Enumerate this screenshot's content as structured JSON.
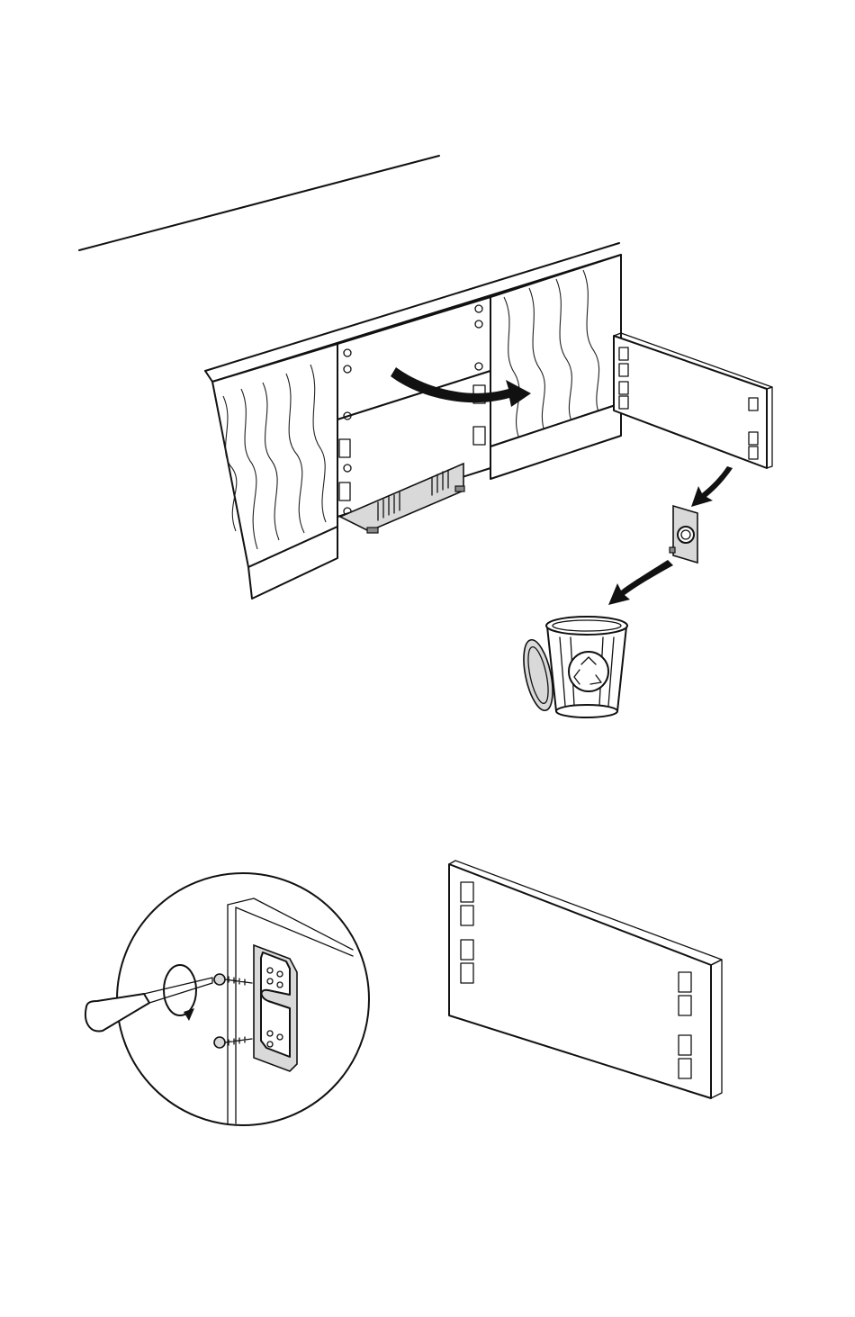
{
  "figure": {
    "steps": [
      {
        "step": "remove-toe-kick-panel"
      },
      {
        "step": "attach-mounting-clip"
      },
      {
        "step": "panel-with-clips"
      }
    ],
    "icons": {
      "recycle": "recycle-icon",
      "rotate": "rotate-arrow-icon",
      "arrow": "curved-arrow-icon"
    },
    "colors": {
      "line": "#111111",
      "background": "#ffffff",
      "shade": "#d9d9d9"
    }
  }
}
